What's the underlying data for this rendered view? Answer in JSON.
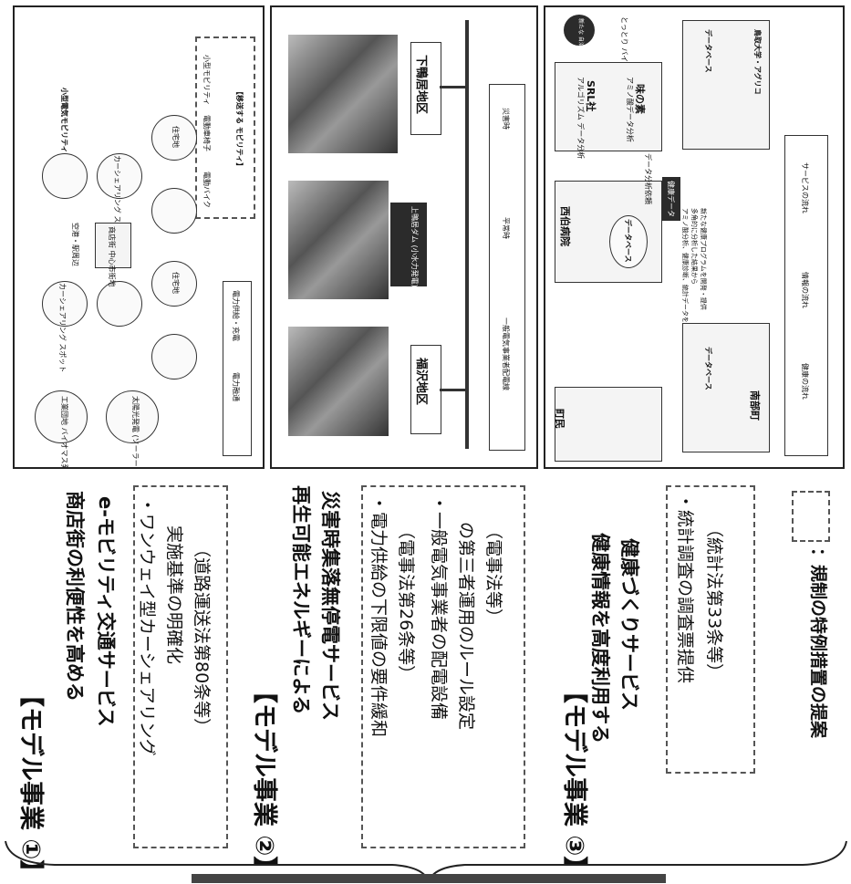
{
  "models": [
    {
      "tag": "【モデル事業 ①】",
      "title1": "商店街の利便性を高める",
      "title2": "e-モビリティ交通サービス",
      "prop1": "・ワンウェイ型カーシェアリング",
      "prop2": "実施基準の明確化",
      "prop3": "（道路運送法第80条等）"
    },
    {
      "tag": "【モデル事業 ②】",
      "title1": "再生可能エネルギーによる",
      "title2": "災害時集落無停電サービス",
      "prop1": "・電力供給の下限値の要件緩和",
      "prop2": "（電事法第26条等）",
      "prop3": "・一般電気事業者の配電設備",
      "prop4": "の第三者運用のルール設定",
      "prop5": "（電事法等）"
    },
    {
      "tag": "【モデル事業 ③】",
      "title1": "健康情報を高度利用する",
      "title2": "健康づくりサービス",
      "prop1": "・統計調査の調査票提供",
      "prop2": "（統計法第33条等）"
    }
  ],
  "legend": "：規制の特例措置の提案",
  "diagram1": {
    "header": "小型電気モビリティ",
    "mobility_label": "【移送する モビリティ】",
    "ev_types": [
      "小型モビリティ",
      "電動車椅子",
      "電動バイク"
    ],
    "station_label": "カーシェアリング スポット",
    "center_label": "商店街 中心市街地",
    "store_label": "空港・駅周辺",
    "factory_label": "工業団地 バイオマス発電",
    "solar_label": "太陽光発電 (ソーラー)",
    "house_label": "住宅地",
    "legend_solid": "電力供給・充電",
    "legend_dashed": "電力融通"
  },
  "diagram2": {
    "area_left": "下鴨居地区",
    "area_mid": "上鴨居ダム (小水力発電)",
    "area_right": "福沢地区",
    "legend1": "一般電気事業者配電線",
    "legend2": "平常時",
    "legend3": "災害時"
  },
  "diagram3": {
    "corner_badge": "新たな 自治体 の役割",
    "corner_text": "とっとり バイオ プロジェクト",
    "srl": "SRL社",
    "srl_sub": "アルゴリズム データ分析",
    "aji": "味の素",
    "aji_sub": "アミノ酸データ分析",
    "db": "データベース",
    "tottori": "鳥取大学・アグリコ",
    "nishi": "西伯病院",
    "nanbu": "南部町",
    "town": "町民",
    "data_tag": "健康データ",
    "flow1": "データ分析依頼",
    "flow2": "健康データ",
    "legend1": "健康の流れ",
    "legend2": "情報の流れ",
    "legend3": "サービスの流れ",
    "note1": "アミノ酸分析、健康診断、統計データを",
    "note2": "多角的に分析した結果から",
    "note3": "新たな健康プログラムを開発・提供"
  }
}
